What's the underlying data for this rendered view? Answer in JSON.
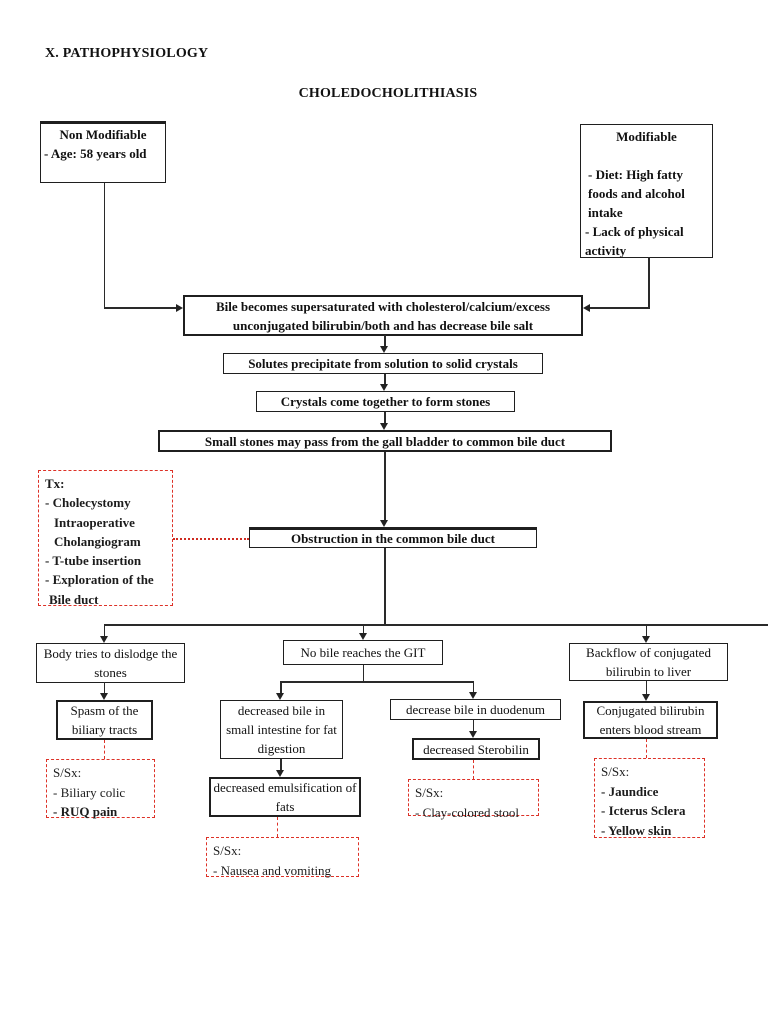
{
  "colors": {
    "line": "#2a2a2a",
    "accent_red": "#dd3127",
    "text": "#111111"
  },
  "page": {
    "section_title": "X. PATHOPHYSIOLOGY",
    "diagram_title": "CHOLEDOCHOLITHIASIS"
  },
  "risk_factors": {
    "non_modifiable": {
      "title": "Non Modifiable",
      "items": [
        "- Age: 58 years old"
      ]
    },
    "modifiable": {
      "title": "Modifiable",
      "items": [
        "- Diet: High fatty foods and alcohol intake",
        "- Lack of physical activity"
      ]
    }
  },
  "pathway": {
    "supersaturation": "Bile becomes supersaturated with cholesterol/calcium/excess unconjugated bilirubin/both and has decrease bile salt",
    "precipitation": "Solutes precipitate from solution to solid crystals",
    "stone_formation": "Crystals come together to form stones",
    "stone_passage": "Small stones may pass from the gall bladder to common bile duct",
    "obstruction": "Obstruction in the common bile duct"
  },
  "treatment": {
    "title": "Tx:",
    "lines": [
      {
        "text": "- Cholecystomy",
        "indent": false
      },
      {
        "text": "Intraoperative",
        "indent": true
      },
      {
        "text": "Cholangiogram",
        "indent": true
      },
      {
        "text": "- T-tube insertion",
        "indent": false
      },
      {
        "text": "- Exploration of the",
        "indent": false
      },
      {
        "text": "Bile duct",
        "indent": true
      }
    ]
  },
  "branches": {
    "dislodge": {
      "cause": "Body tries to dislodge the stones",
      "effect": "Spasm of the biliary tracts",
      "ssx": {
        "title": "S/Sx:",
        "items": [
          "- Biliary colic",
          "- RUQ pain"
        ]
      }
    },
    "no_bile_git": {
      "cause": "No bile reaches the GIT",
      "fat_digestion": {
        "effect1": "decreased bile in small intestine for fat digestion",
        "effect2": "decreased emulsification of fats",
        "ssx": {
          "title": "S/Sx:",
          "items": [
            "- Nausea and vomiting"
          ]
        }
      },
      "duodenum": {
        "effect1": "decrease bile in duodenum",
        "effect2": "decreased Sterobilin",
        "ssx": {
          "title": "S/Sx:",
          "items": [
            "- Clay-colored stool"
          ]
        }
      }
    },
    "backflow": {
      "cause": "Backflow of conjugated bilirubin to liver",
      "effect": "Conjugated bilirubin enters blood stream",
      "ssx": {
        "title": "S/Sx:",
        "items": [
          "- Jaundice",
          "- Icterus Sclera",
          "- Yellow skin"
        ]
      }
    }
  }
}
